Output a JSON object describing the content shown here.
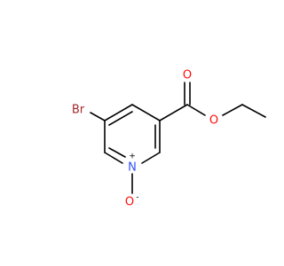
{
  "molecule": {
    "atoms": [
      {
        "name": "bromine",
        "label": "Br",
        "color": "#A62929"
      },
      {
        "name": "carbonyl-oxygen",
        "label": "O",
        "color": "#FF0D0D"
      },
      {
        "name": "ester-oxygen",
        "label": "O",
        "color": "#FF0D0D"
      },
      {
        "name": "ring-nitrogen",
        "label": "N",
        "color": "#3050F8",
        "charge": "+"
      },
      {
        "name": "n-oxide-oxygen",
        "label": "O",
        "color": "#FF0D0D",
        "charge": "-"
      }
    ],
    "bond_color": "#000000"
  }
}
